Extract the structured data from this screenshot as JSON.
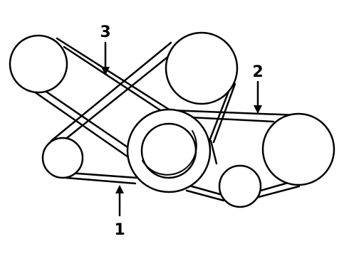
{
  "diagram": {
    "callouts": [
      {
        "id": "belt-1",
        "label": "1"
      },
      {
        "id": "belt-2",
        "label": "2"
      },
      {
        "id": "belt-3",
        "label": "3"
      }
    ],
    "colors": {
      "line": "#000000",
      "background": "#ffffff"
    }
  }
}
